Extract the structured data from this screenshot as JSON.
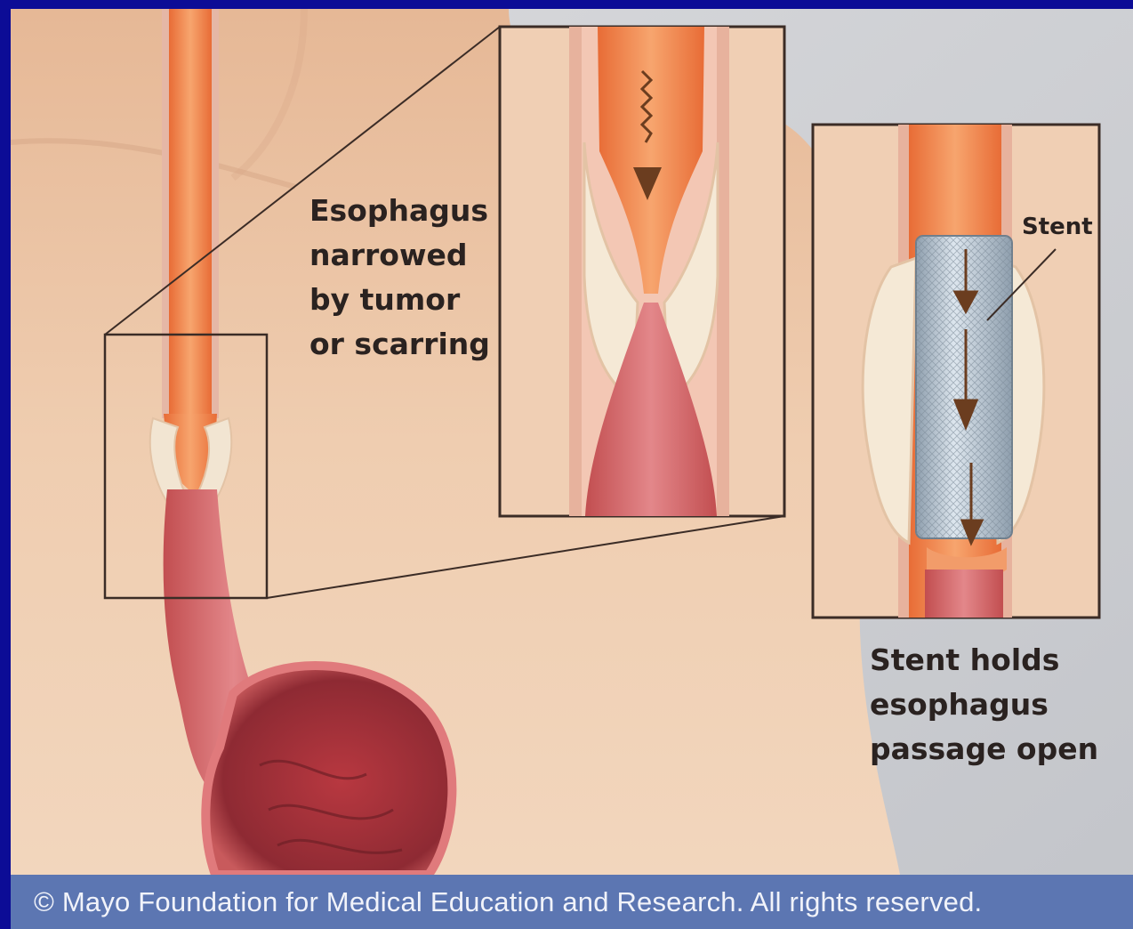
{
  "labels": {
    "narrowed": [
      "Esophagus",
      "narrowed",
      "by tumor",
      "or scarring"
    ],
    "stent_holds": [
      "Stent holds",
      "esophagus",
      "passage open"
    ],
    "stent": "Stent"
  },
  "footer": {
    "copyright": "© Mayo Foundation for Medical Education and Research.  All rights reserved."
  },
  "colors": {
    "frame": "#0c0c96",
    "footer_band": "#5c76b2",
    "skin": "#edc7a7",
    "esophagus_upper": "#f08b50",
    "esophagus_lower": "#cf5f5f",
    "tumor": "#f5e9d6",
    "stent": "#b3c2cf"
  }
}
